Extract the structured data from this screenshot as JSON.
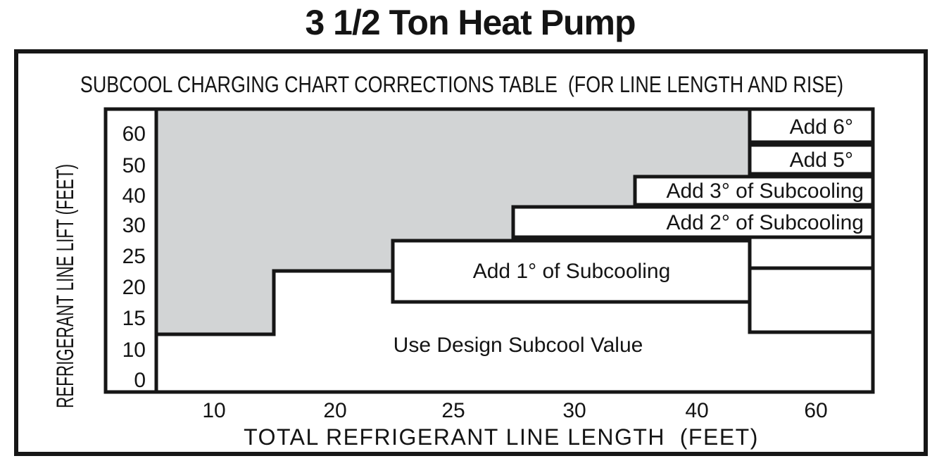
{
  "title": "3 1/2 Ton Heat Pump",
  "chart": {
    "subtitle": "SUBCOOL CHARGING CHART CORRECTIONS TABLE  (FOR LINE LENGTH AND RISE)",
    "y_axis_label": "REFRIGERANT LINE LIFT (FEET)",
    "x_axis_label": "TOTAL REFRIGERANT LINE LENGTH  (FEET)",
    "y_ticks": [
      "60",
      "50",
      "40",
      "30",
      "25",
      "20",
      "15",
      "10",
      "0"
    ],
    "x_ticks": [
      "10",
      "20",
      "25",
      "30",
      "40",
      "60"
    ],
    "regions": {
      "add6": "Add 6°",
      "add5": "Add 5°",
      "add3": "Add 3° of Subcooling",
      "add2": "Add 2° of Subcooling",
      "add1": "Add 1° of Subcooling",
      "use_design": "Use Design Subcool Value"
    }
  },
  "colors": {
    "shaded_region": "#d2d4d5",
    "line": "#161616",
    "background": "#ffffff"
  },
  "chart_data": {
    "type": "area",
    "title": "3 1/2 Ton Heat Pump",
    "subtitle": "SUBCOOL CHARGING CHART CORRECTIONS TABLE (FOR LINE LENGTH AND RISE)",
    "xlabel": "TOTAL REFRIGERANT LINE LENGTH (FEET)",
    "ylabel": "REFRIGERANT LINE LIFT (FEET)",
    "x_ticks": [
      10,
      20,
      25,
      30,
      40,
      60
    ],
    "y_ticks": [
      0,
      10,
      15,
      20,
      25,
      30,
      40,
      50,
      60
    ],
    "axis_note": "Both axes use equal spacing per tick (categorical spacing); region steps fall midway between ticks.",
    "grid": false,
    "legend": false,
    "regions": [
      {
        "label": "Use Design Subcool Value",
        "zone": "bottom band",
        "upper_boundary_steps_lift_by_length": [
          {
            "length_up_to": 15,
            "lift": 12.5
          },
          {
            "length_up_to": 22.5,
            "lift": 22.5
          },
          {
            "length_up_to": 50,
            "lift": 17.5
          },
          {
            "length_up_to": 65,
            "lift": 12.5
          }
        ]
      },
      {
        "label": "Add 1° of Subcooling",
        "zone": "labeled box spans length 22.5-50 ft, lift 17.5-28; extends right of 50 ft between lift 12.5 and 23"
      },
      {
        "label": "Add 2° of Subcooling",
        "zone": "labeled box spans length 27.5-65 ft near lift 28-32; extends right of 50 ft between lift 23 and 28"
      },
      {
        "label": "Add 3° of Subcooling",
        "zone": "labeled box spans length 35-65 ft near lift 37-42"
      },
      {
        "label": "Add 5°",
        "zone": "box spans length 50-65 ft, lift about 46-52"
      },
      {
        "label": "Add 6°",
        "zone": "box spans length 50-65 ft, lift about 52-60+"
      },
      {
        "label": "",
        "zone": "gray shaded staircase area, upper-left (no correction label)",
        "color": "#d2d4d5",
        "lower_boundary_steps_lift_by_length": [
          {
            "length_up_to": 15,
            "lift": 12.5
          },
          {
            "length_up_to": 22.5,
            "lift": 22.5
          },
          {
            "length_up_to": 27.5,
            "lift": 28
          },
          {
            "length_up_to": 35,
            "lift": 37
          },
          {
            "length_up_to": 50,
            "lift": 46
          }
        ]
      }
    ]
  }
}
